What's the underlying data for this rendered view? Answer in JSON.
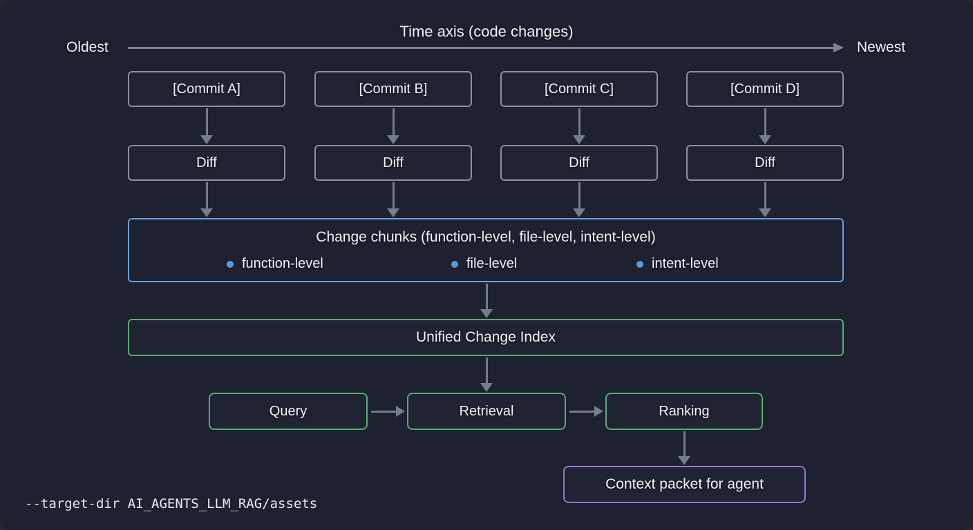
{
  "colors": {
    "background": "#1d2130",
    "outer_background": "#26282f",
    "box_border_gray": "#8a919d",
    "arrow_gray": "#757c8a",
    "accent_blue": "#6c9fda",
    "bullet_blue": "#5b9bd5",
    "accent_green": "#57ad6c",
    "accent_purple": "#9c73d2",
    "text": "#f2f3f6"
  },
  "time_axis": {
    "title": "Time axis (code changes)",
    "left_label": "Oldest",
    "right_label": "Newest"
  },
  "commits": [
    "[Commit A]",
    "[Commit B]",
    "[Commit C]",
    "[Commit D]"
  ],
  "diffs": [
    "Diff",
    "Diff",
    "Diff",
    "Diff"
  ],
  "change_chunks": {
    "title": "Change chunks (function-level, file-level, intent-level)",
    "bullets": [
      "function-level",
      "file-level",
      "intent-level"
    ]
  },
  "index": {
    "label": "Unified Change Index"
  },
  "pipeline": [
    "Query",
    "Retrieval",
    "Ranking"
  ],
  "output": {
    "label": "Context packet for agent"
  },
  "footer": {
    "command": "--target-dir AI_AGENTS_LLM_RAG/assets"
  }
}
